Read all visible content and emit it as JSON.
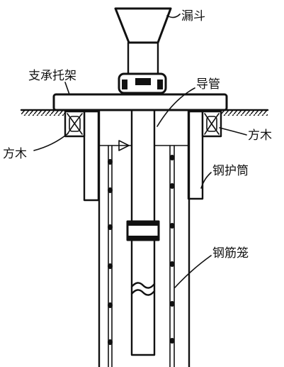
{
  "labels": {
    "funnel": "漏斗",
    "support_bracket": "支承托架",
    "tremie_pipe": "导管",
    "timber_left": "方木",
    "timber_right": "方木",
    "steel_casing": "钢护筒",
    "rebar_cage": "钢筋笼"
  }
}
